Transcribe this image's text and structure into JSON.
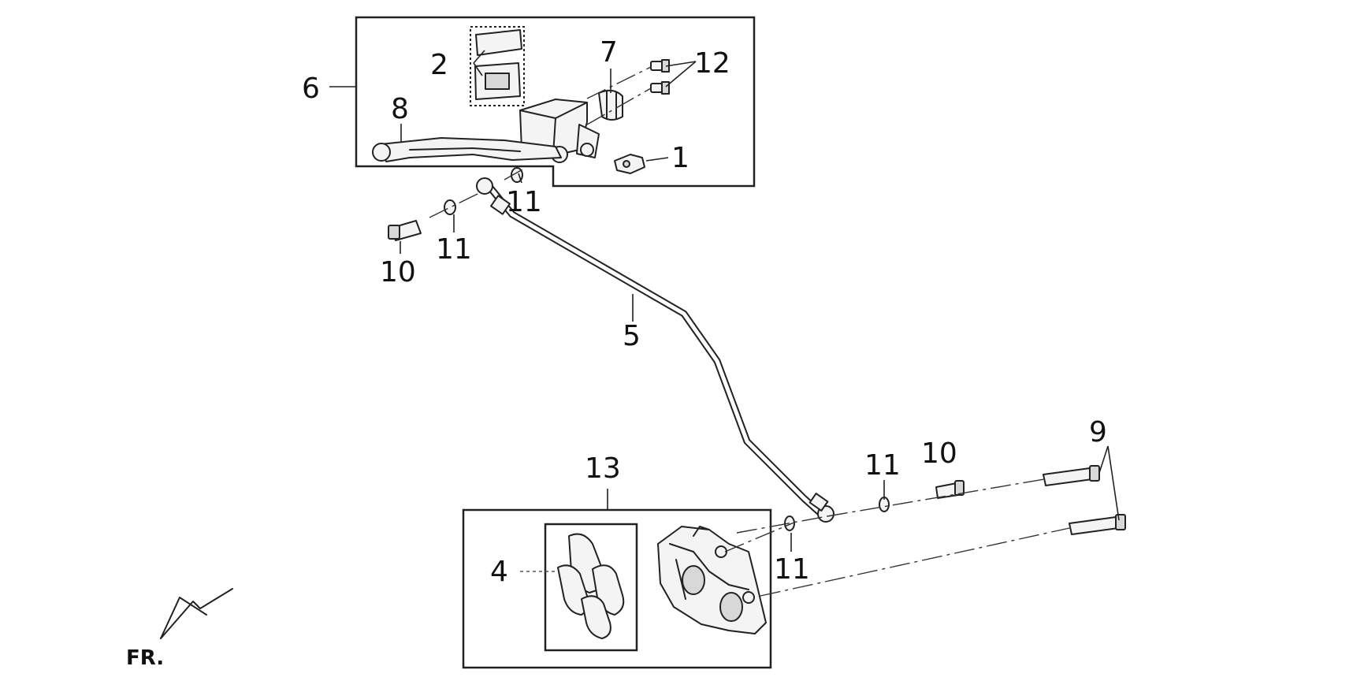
{
  "callouts": {
    "c1": "1",
    "c2": "2",
    "c4": "4",
    "c5": "5",
    "c6": "6",
    "c7": "7",
    "c8": "8",
    "c9": "9",
    "c10_top": "10",
    "c10_bottom": "10",
    "c11_hose_top": "11",
    "c11_left": "11",
    "c11_right_top": "11",
    "c11_right_bottom": "11",
    "c12": "12",
    "c13": "13"
  },
  "direction_label": "FR."
}
